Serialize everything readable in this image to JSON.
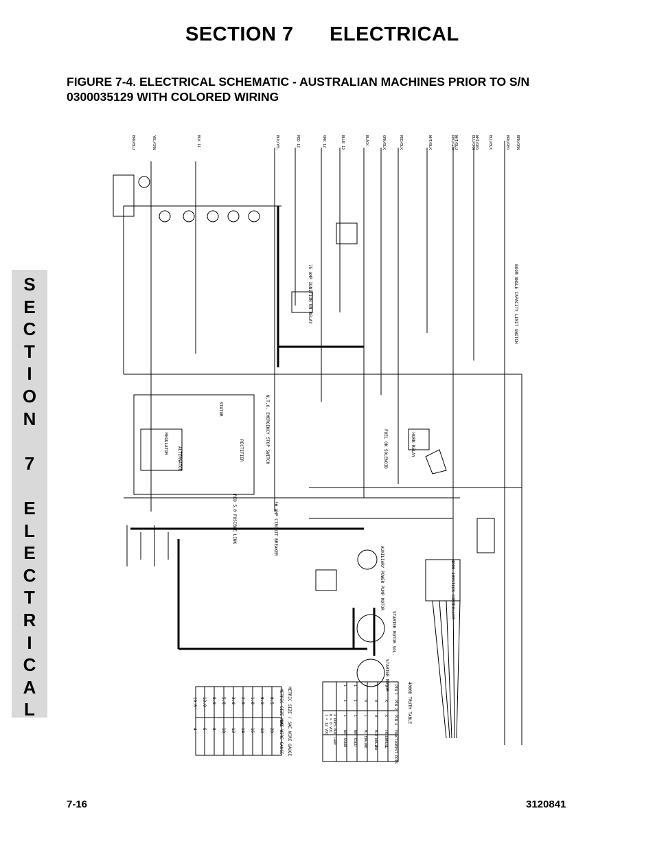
{
  "header": {
    "section": "SECTION 7",
    "title": "ELECTRICAL"
  },
  "figure": {
    "title": "FIGURE 7-4. ELECTRICAL SCHEMATIC - AUSTRALIAN MACHINES PRIOR TO S/N 0300035129 WITH COLORED WIRING"
  },
  "side_tab": {
    "letters": [
      "S",
      "E",
      "C",
      "T",
      "I",
      "O",
      "N",
      "",
      "7",
      "",
      "E",
      "L",
      "E",
      "C",
      "T",
      "R",
      "I",
      "C",
      "A",
      "L"
    ]
  },
  "schematic": {
    "wire_colors": [
      "YEL/GRN",
      "BLK 11",
      "BLK/YEL",
      "RED 12",
      "GRN 12",
      "BLUE 12",
      "BLACK",
      "ORN/BLK",
      "RED/BLK",
      "WHT/BLK",
      "WHT/BLU",
      "WHT/RED",
      "BRN/RED",
      "BRN/BLU",
      "RED/GRN",
      "BLU/ORN",
      "BLU/BLK",
      "BRN/ORN"
    ],
    "labels": {
      "alternator": "ALTERNATOR",
      "regulator": "REGULATOR",
      "stator": "STATOR",
      "rectifier": "RECTIFIER",
      "emergency_stop": "N.T.O. EMERGENCY STOP SWITCH",
      "circuit_breaker": "30 AMP CIRCUIT BREAKER",
      "fusible_link": "RED 5.0 FUSIBLE LINK",
      "aux_motor": "AUXILIARY POWER PUMP MOTOR",
      "starter_sol": "STARTER MOTOR SOL.",
      "starter_motor": "STARTER MOTOR",
      "horn_relay": "HORN RELAY",
      "fuel_sol": "FUEL ON SOLENOID",
      "ignition_relay": "75 AMP IGNITION ON RELAY",
      "joystick_controller": "4000 J0YSTICK CONTROLLER",
      "boom_angle": "BOOM ANGLE CAPACITY LIMIT SWITCH",
      "truth_table": "4000D TRUTH TABLE",
      "wire_table": "METRIC SIZE / SAE WIRE GAUGE"
    },
    "truth_table": {
      "header": [
        "PIN 1",
        "PIN 2",
        "PIN 4",
        "FUNCTION",
        "TEST POTS"
      ],
      "rows": [
        [
          "0",
          "X",
          "X",
          "FREEWHEEL",
          "3"
        ],
        [
          "1",
          "0",
          "0",
          "MID ENGINE",
          "2"
        ],
        [
          "1",
          "0",
          "1",
          "HI ENGINE",
          "1"
        ],
        [
          "1",
          "1",
          "1",
          "NOT USED",
          "-"
        ],
        [
          "1",
          "1",
          "1",
          "NOT USED",
          "4"
        ]
      ],
      "notes": [
        "X DOES NOT CARE",
        "0 = 0 VDC",
        "1 = 12 VDC"
      ]
    },
    "wire_table": {
      "header": [
        "METRIC SIZE MM2",
        "SAE WIRE GAUGE"
      ],
      "rows": [
        [
          "0.5",
          "20"
        ],
        [
          "0.8",
          "18"
        ],
        [
          "1.0",
          "16"
        ],
        [
          "2.0",
          "14"
        ],
        [
          "3.0",
          "12"
        ],
        [
          "5.0",
          "10"
        ],
        [
          "8.0",
          "8"
        ],
        [
          "13.0",
          "6"
        ],
        [
          "19.0",
          "4"
        ]
      ]
    }
  },
  "footer": {
    "page": "7-16",
    "doc_number": "3120841"
  }
}
